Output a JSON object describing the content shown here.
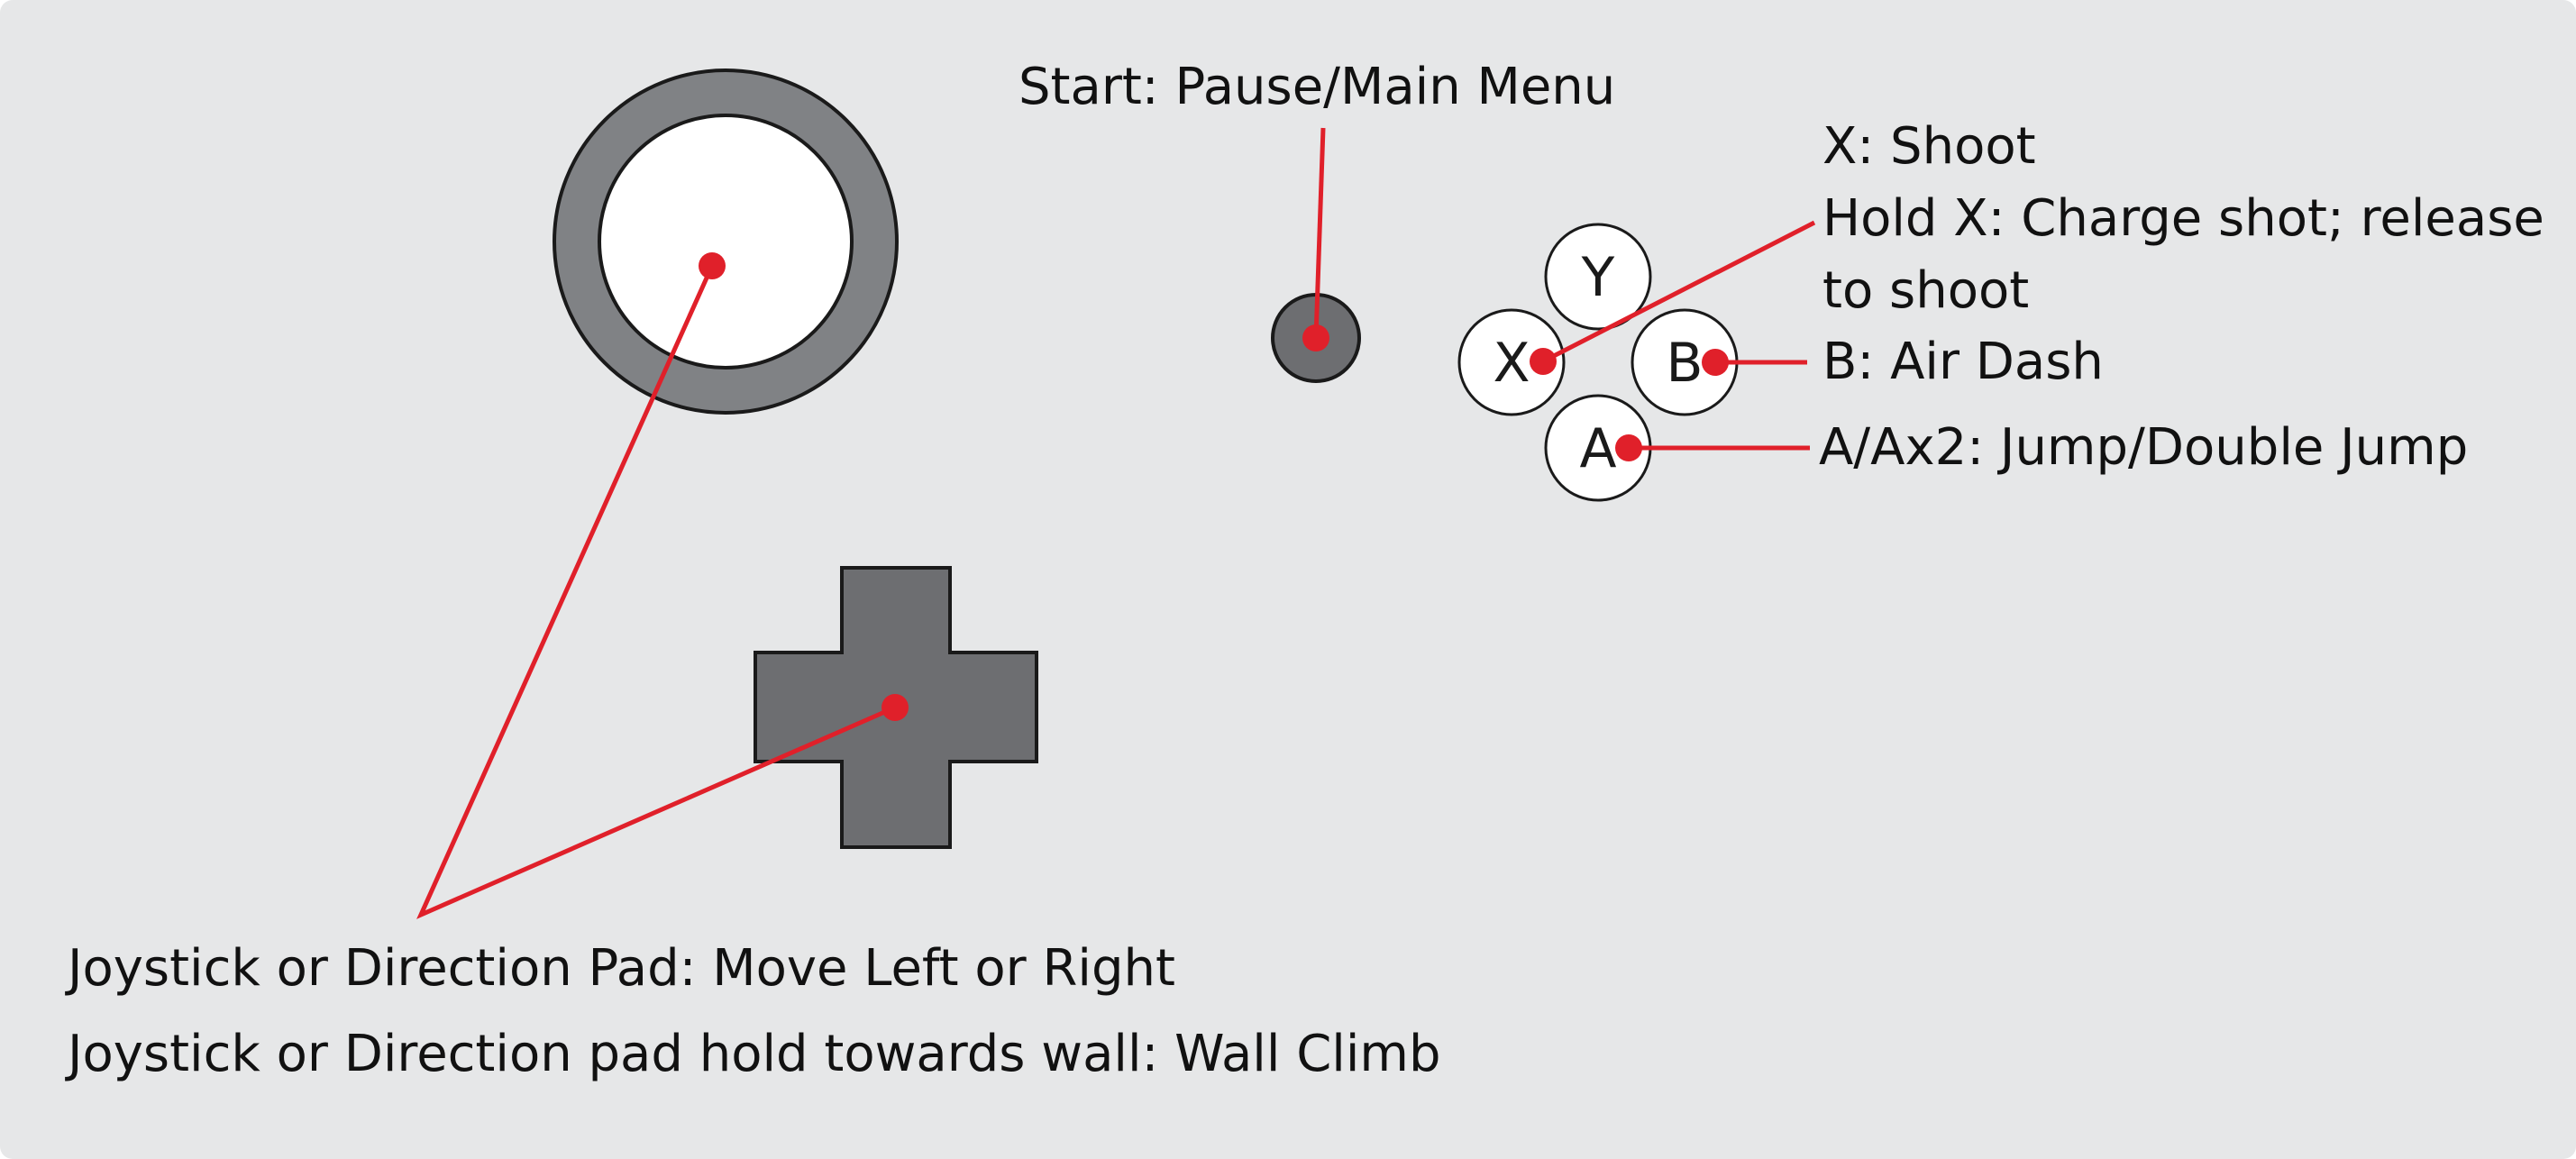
{
  "labels": {
    "start": "Start: Pause/Main Menu",
    "x_shoot": "X: Shoot",
    "hold_x_line1": "Hold X: Charge shot; release",
    "hold_x_line2": "to shoot",
    "b": "B: Air Dash",
    "a": "A/Ax2: Jump/Double Jump",
    "move": "Joystick or Direction Pad: Move Left or Right",
    "wall": "Joystick or Direction pad hold towards wall: Wall Climb"
  },
  "buttons": {
    "y": "Y",
    "x": "X",
    "b": "B",
    "a": "A"
  },
  "colors": {
    "background": "#e6e7e8",
    "leader": "#e0202a",
    "dpad": "#6d6e71",
    "joystick_ring": "#808285",
    "start_button": "#6d6e71",
    "face_button": "#ffffff"
  },
  "icons": [
    "joystick-icon",
    "dpad-icon",
    "start-button-icon",
    "face-buttons-icon"
  ]
}
